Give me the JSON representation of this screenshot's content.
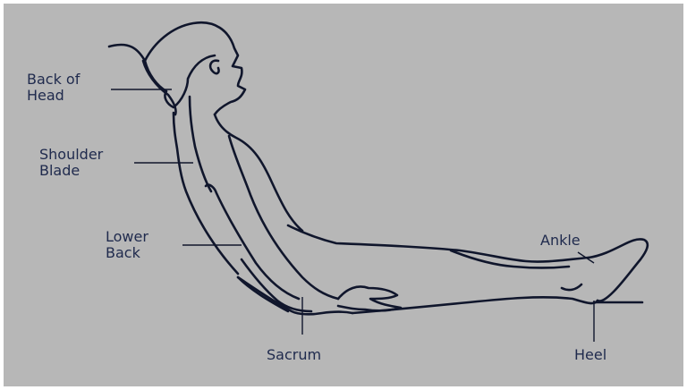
{
  "diagram": {
    "labels": {
      "back_of_head": [
        "Back of",
        "Head"
      ],
      "shoulder_blade": [
        "Shoulder",
        "Blade"
      ],
      "lower_back": [
        "Lower",
        "Back"
      ],
      "sacrum": "Sacrum",
      "ankle": "Ankle",
      "heel": "Heel"
    },
    "colors": {
      "background": "#b7b7b7",
      "outline": "#10162c",
      "label_text": "#1f2a4d"
    }
  }
}
